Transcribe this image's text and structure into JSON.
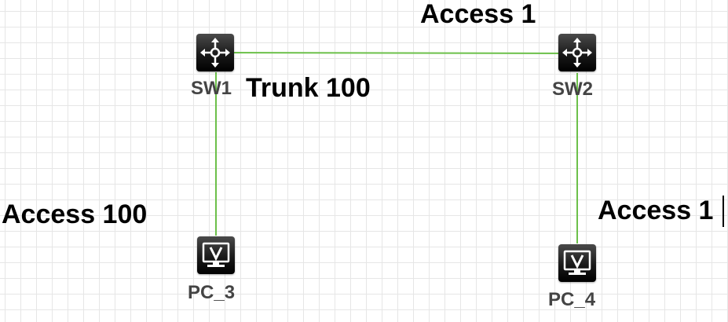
{
  "nodes": {
    "sw1": {
      "label": "SW1",
      "icon": "switch-icon"
    },
    "sw2": {
      "label": "SW2",
      "icon": "switch-icon"
    },
    "pc3": {
      "label": "PC_3",
      "icon": "pc-monitor-icon"
    },
    "pc4": {
      "label": "PC_4",
      "icon": "pc-monitor-icon"
    }
  },
  "links": [
    {
      "from": "SW1",
      "to": "SW2"
    },
    {
      "from": "SW1",
      "to": "PC_3"
    },
    {
      "from": "SW2",
      "to": "PC_4"
    }
  ],
  "port_labels": {
    "sw2_access": "Access 1",
    "sw1_trunk": "Trunk 100",
    "pc3_access": "Access 100",
    "pc4_access": "Access 1"
  },
  "colors": {
    "link": "#6cc04a",
    "icon_bg": "#1a1a1a",
    "node_label": "#444444",
    "port_label": "#000000"
  }
}
